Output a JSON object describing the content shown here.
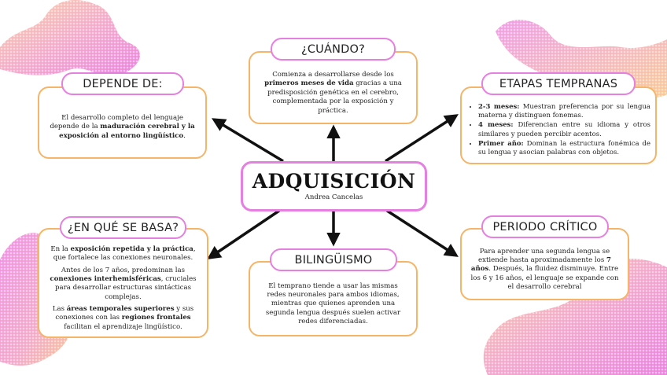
{
  "central": {
    "title": "ADQUISICIÓN",
    "author": "Andrea Cancelas"
  },
  "cuando": {
    "label": "¿CUÁNDO?",
    "t1": "Comienza a desarrollarse desde los ",
    "b1": "primeros meses de vida",
    "t2": " gracias a una predisposición genética en el cerebro, complementada por la exposición y práctica."
  },
  "depende": {
    "label": "DEPENDE DE:",
    "t1": "El desarrollo completo del lenguaje depende de la ",
    "b1": "maduración cerebral y la exposición al entorno lingüístico",
    "t2": "."
  },
  "etapas": {
    "label": "ETAPAS TEMPRANAS",
    "items": [
      {
        "b": "2-3 meses:",
        "t": " Muestran preferencia por su lengua materna y distinguen fonemas."
      },
      {
        "b": "4 meses:",
        "t": " Diferencian entre su idioma y otros similares y pueden percibir acentos."
      },
      {
        "b": "Primer año:",
        "t": " Dominan la estructura fonémica de su lengua y asocian palabras con objetos."
      }
    ]
  },
  "basa": {
    "label": "¿EN QUÉ SE BASA?",
    "p1_t1": "En la ",
    "p1_b1": "exposición repetida y la práctica",
    "p1_t2": ", que fortalece las conexiones neuronales.",
    "p2_t1": "Antes de los 7 años, predominan las ",
    "p2_b1": "conexiones interhemisféricas",
    "p2_t2": ", cruciales para desarrollar estructuras sintácticas complejas.",
    "p3_t1": "Las ",
    "p3_b1": "áreas temporales superiores",
    "p3_t2": " y sus conexiones con las ",
    "p3_b2": "regiones frontales",
    "p3_t3": " facilitan el aprendizaje lingüístico."
  },
  "bilinguismo": {
    "label": "BILINGÜISMO",
    "text": "El temprano tiende a usar las mismas redes neuronales para ambos idiomas, mientras que quienes aprenden una segunda lengua después suelen activar redes diferenciadas."
  },
  "critico": {
    "label": "PERIODO CRÍTICO",
    "t1": "Para aprender una segunda lengua se extiende hasta aproximadamente los ",
    "b1": "7 años",
    "t2": ". Después, la fluidez disminuye. Entre los 6 y 16 años, el lenguaje se expande con el desarrollo cerebral"
  },
  "colors": {
    "label_border": "#e57fe0",
    "text_border": "#f5b568",
    "blob_pink": "#f59ae6",
    "blob_orange": "#fcc38c"
  }
}
